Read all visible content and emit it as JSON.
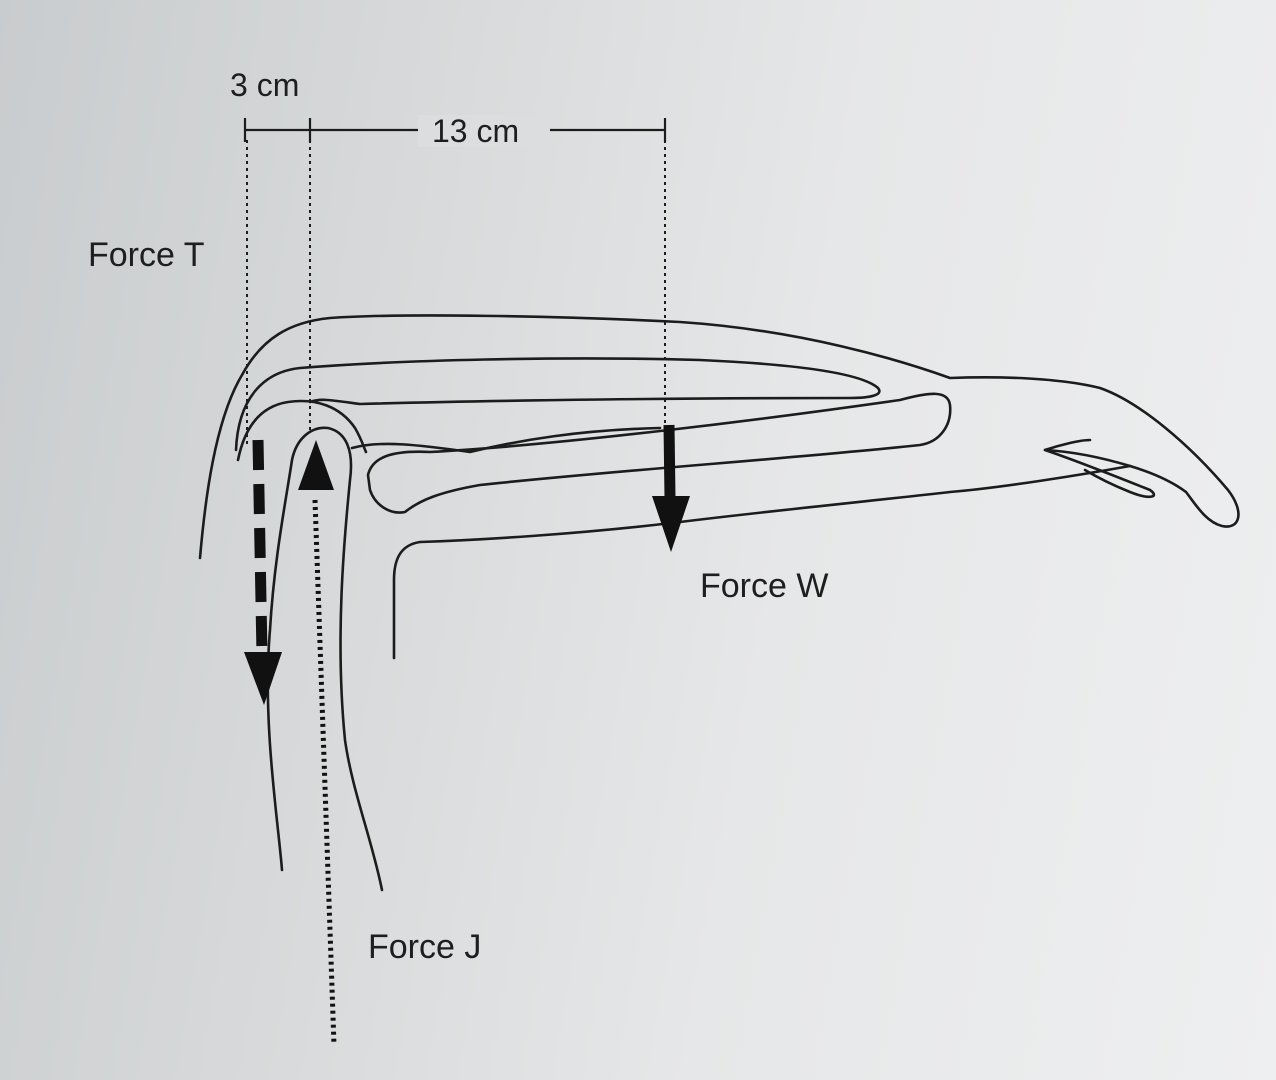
{
  "diagram": {
    "dimensions": {
      "left": "3 cm",
      "right": "13 cm"
    },
    "forces": {
      "t": "Force T",
      "j": "Force J",
      "w": "Force W"
    },
    "colors": {
      "ink": "#1c1c1c",
      "background": "#e2e4e5"
    }
  }
}
